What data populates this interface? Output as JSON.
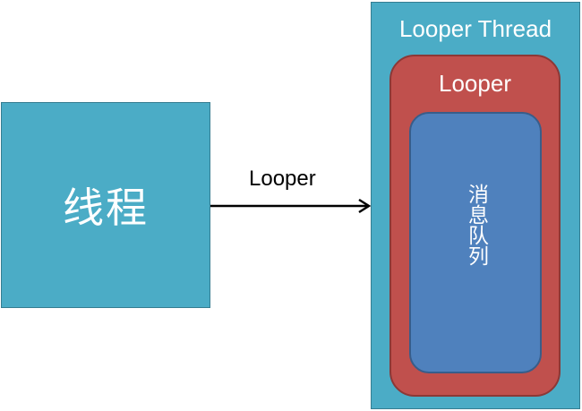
{
  "thread": {
    "label": "线程",
    "color": "#4bacc6"
  },
  "arrow": {
    "label": "Looper",
    "color": "#000000"
  },
  "looper_thread": {
    "title": "Looper Thread",
    "color": "#4bacc6"
  },
  "looper": {
    "title": "Looper",
    "color": "#c0504d"
  },
  "message_queue": {
    "label": "消息队列",
    "color": "#4f81bd"
  }
}
